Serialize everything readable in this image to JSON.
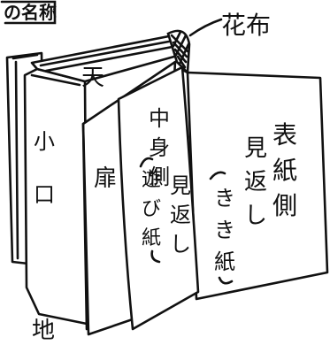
{
  "title_fragment": "の名称",
  "labels": {
    "hanagire": "花布",
    "ten": "天",
    "koguchi": "小口",
    "chi": "地",
    "tobira": "扉",
    "nakami_mikaeshi": {
      "main": [
        "中",
        "身",
        "側",
        "見",
        "返",
        "し"
      ],
      "paren": [
        "遊",
        "び",
        "紙"
      ]
    },
    "hyoshi_mikaeshi": {
      "main": [
        "表",
        "紙",
        "側",
        "見",
        "返",
        "し"
      ],
      "paren": [
        "き",
        "き",
        "紙"
      ]
    }
  }
}
